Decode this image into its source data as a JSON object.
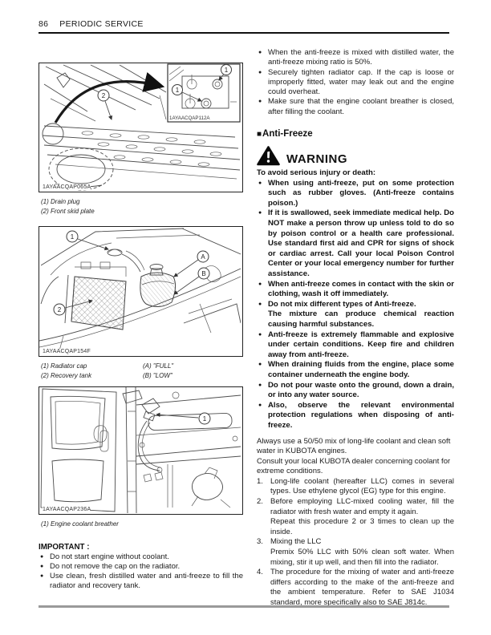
{
  "glyphs": {
    "bullet": "●",
    "square": "■"
  },
  "header": {
    "page_number": "86",
    "title": "PERIODIC SERVICE"
  },
  "left": {
    "figure1": {
      "code": "1AYAACQAP065A",
      "inset_code": "1AYAACQAP112A",
      "callouts": {
        "inset_top": "1",
        "inset_left": "1",
        "skid": "2"
      },
      "captions": [
        "(1) Drain plug",
        "(2) Front skid plate"
      ]
    },
    "figure2": {
      "code": "1AYAACQAP154F",
      "callouts": {
        "radiator_cap": "1",
        "recovery_tank": "2",
        "full": "A",
        "low": "B"
      },
      "captions_left": [
        "(1) Radiator cap",
        "(2) Recovery tank"
      ],
      "captions_right": [
        "(A) \"FULL\"",
        "(B) \"LOW\""
      ]
    },
    "figure3": {
      "code": "1AYAACQAP236A",
      "callouts": {
        "breather": "1"
      },
      "caption": "(1) Engine coolant breather"
    },
    "important": {
      "title": "IMPORTANT :",
      "items": [
        "Do not start engine without coolant.",
        "Do not remove the cap on the radiator.",
        "Use clean, fresh distilled water and anti-freeze to fill the radiator and recovery tank."
      ]
    }
  },
  "right": {
    "top_bullets": [
      "When the anti-freeze is mixed with distilled water, the anti-freeze mixing ratio is 50%.",
      "Securely tighten radiator cap. If the cap is loose or improperly fitted, water may leak out and the engine could overheat.",
      "Make sure that the engine coolant breather is closed, after filling the coolant."
    ],
    "section_title": "Anti-Freeze",
    "warning": {
      "label": "WARNING",
      "intro": "To avoid serious injury or death:",
      "items": [
        "When using anti-freeze, put on some protection such as rubber gloves. (Anti-freeze contains poison.)",
        "If it is swallowed, seek immediate medical help. Do NOT make a person throw up unless told to do so by poison control or a health care professional. Use standard first aid and CPR for signs of shock or cardiac arrest. Call your local Poison Control Center or your local emergency number for further assistance.",
        "When anti-freeze comes in contact with the skin or clothing, wash it off immediately.",
        "Do not mix different types of Anti-freeze.\nThe mixture can produce chemical reaction causing harmful substances.",
        "Anti-freeze is extremely flammable and explosive under certain conditions. Keep fire and children away from anti-freeze.",
        "When draining fluids from the engine, place some container underneath the engine body.",
        "Do not pour waste onto the ground, down a drain, or into any water source.",
        "Also, observe the relevant environmental protection regulations when disposing of anti-freeze."
      ]
    },
    "paragraphs": [
      "Always use a 50/50 mix of long-life coolant and clean soft water in KUBOTA engines.",
      "Consult your local KUBOTA dealer concerning coolant for extreme conditions."
    ],
    "numbered": [
      {
        "num": "1.",
        "text": "Long-life coolant (hereafter LLC) comes in several types. Use ethylene glycol (EG) type for this engine."
      },
      {
        "num": "2.",
        "text": "Before employing LLC-mixed cooling water, fill the radiator with fresh water and empty it again.\nRepeat this procedure 2 or 3 times to clean up the inside."
      },
      {
        "num": "3.",
        "text": "Mixing the LLC\nPremix 50% LLC with 50% clean soft water. When mixing, stir it up well, and then fill into the radiator."
      },
      {
        "num": "4.",
        "text": "The procedure for the mixing of water and anti-freeze differs according to the make of the anti-freeze and the ambient temperature. Refer to SAE J1034 standard, more specifically also to SAE J814c."
      }
    ]
  }
}
